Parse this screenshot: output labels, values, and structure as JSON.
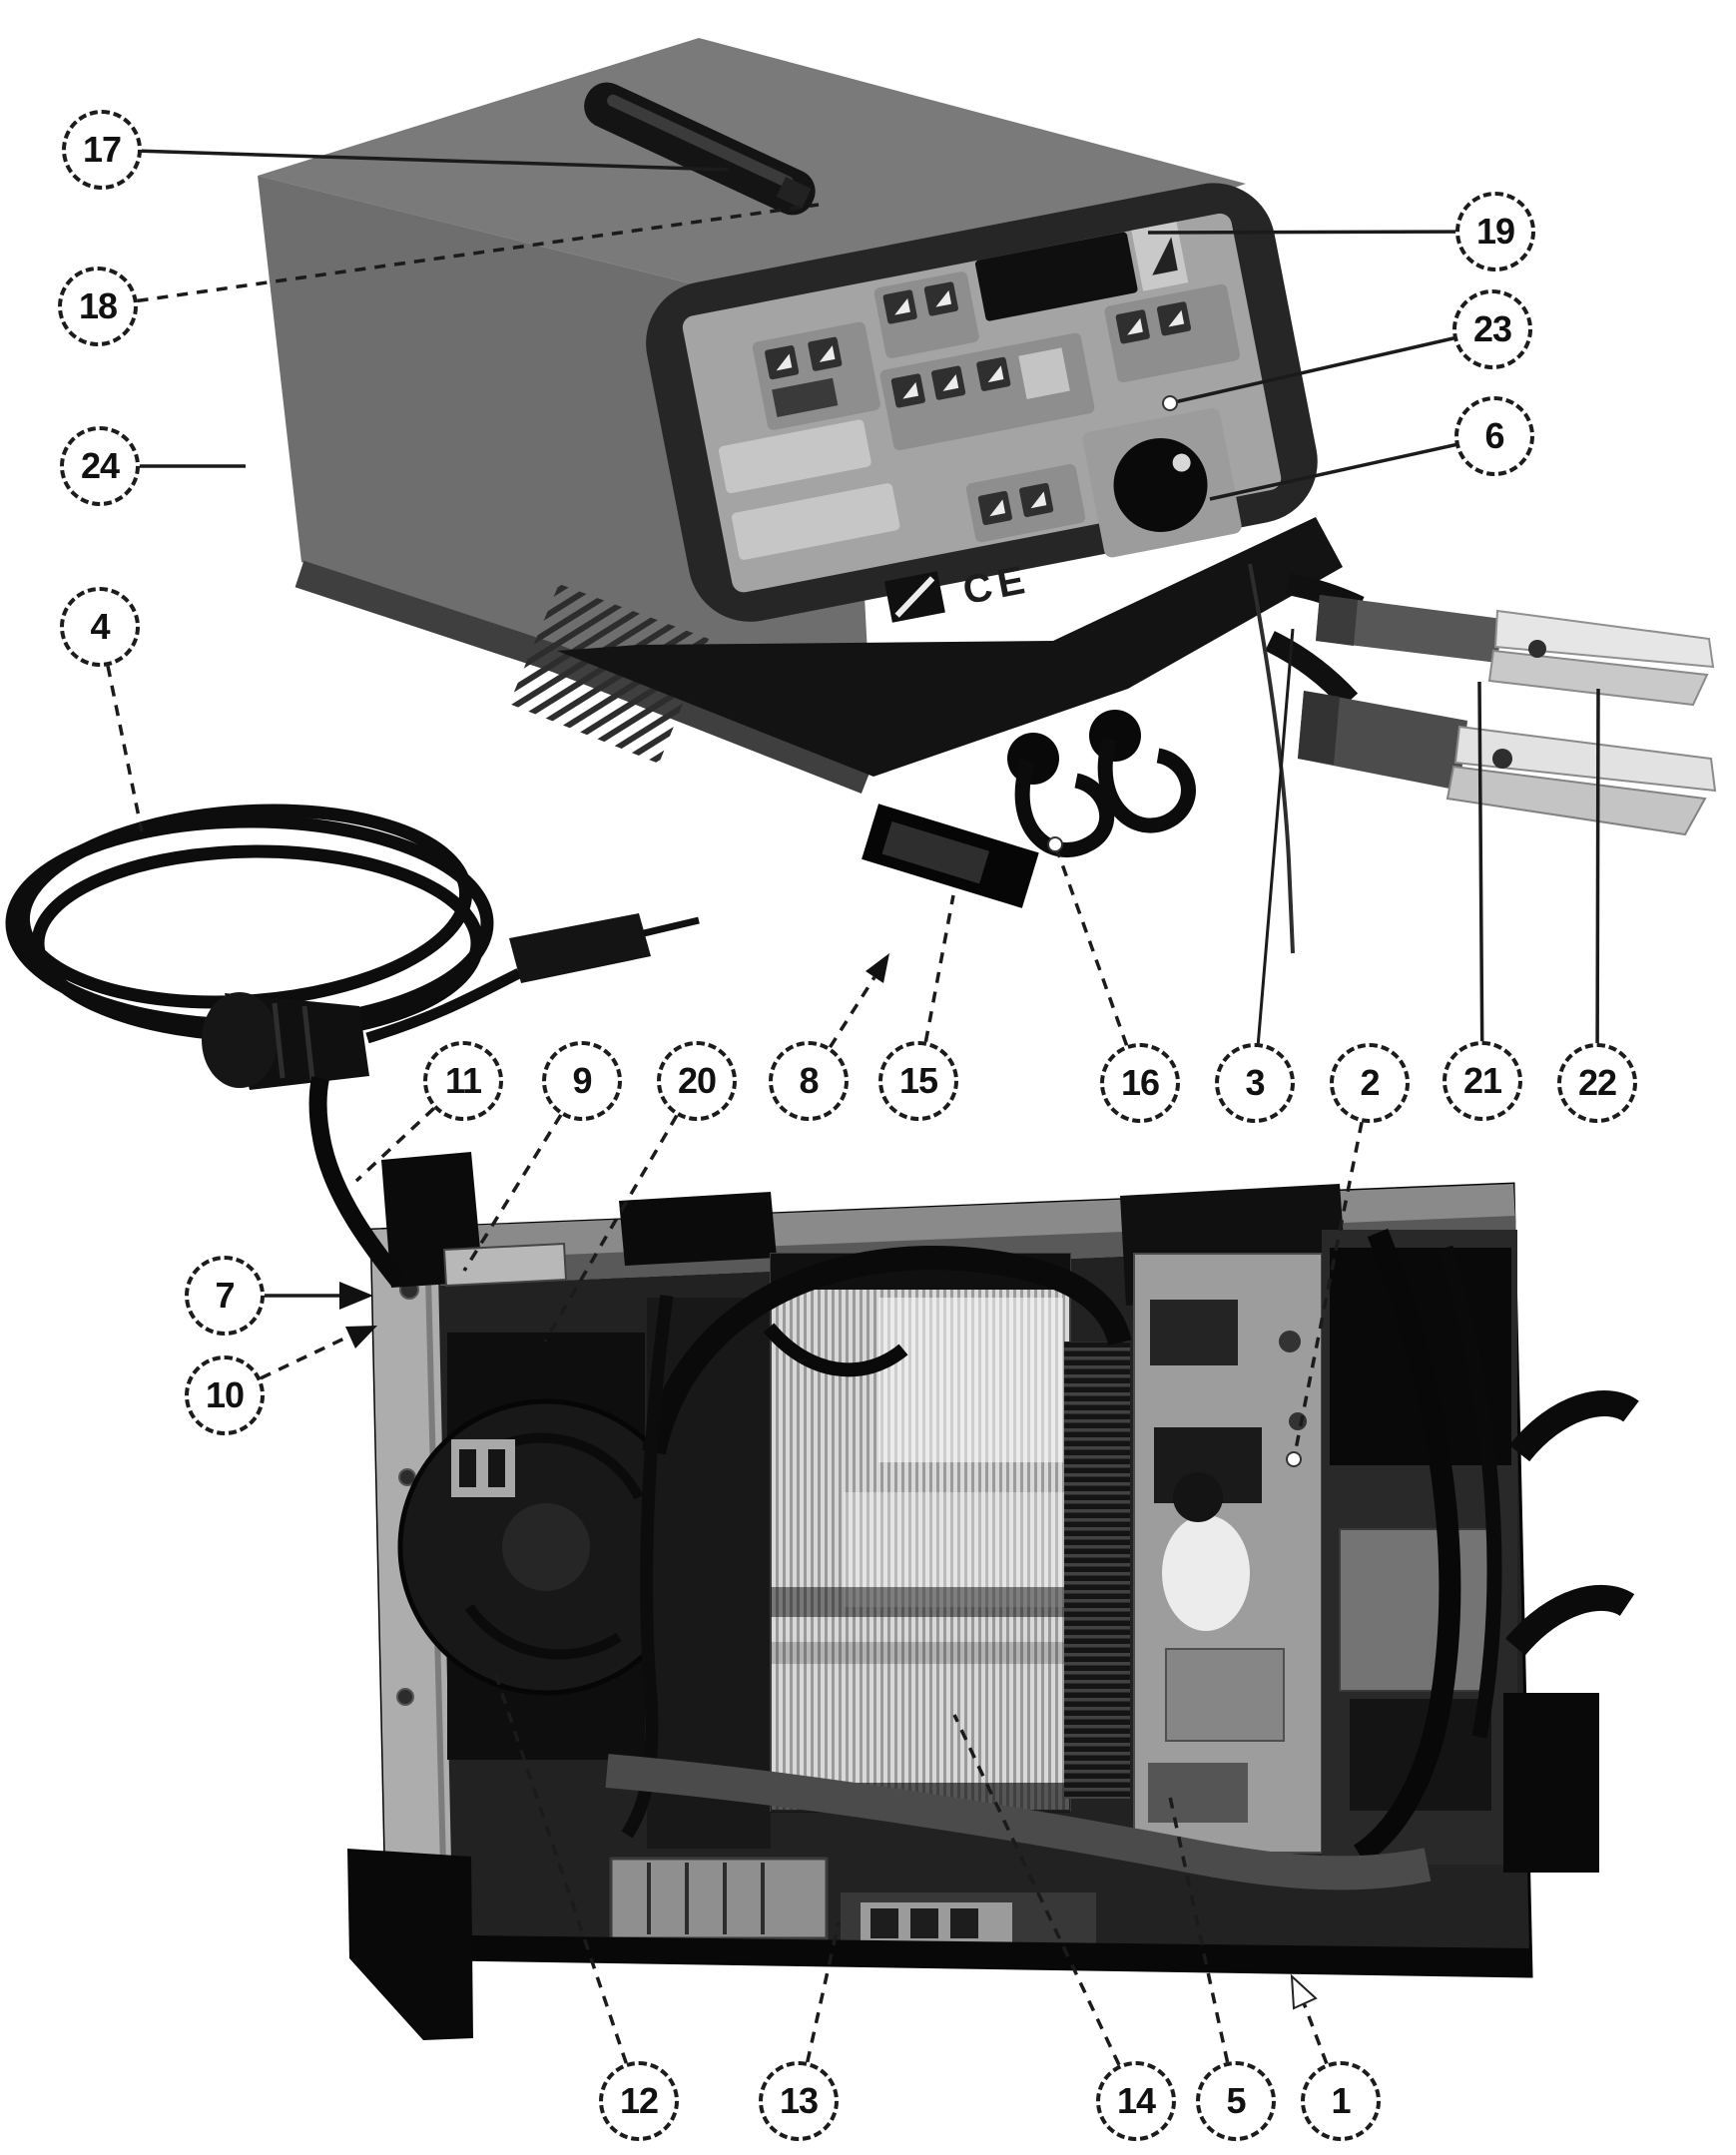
{
  "callouts": {
    "n1": "1",
    "n2": "2",
    "n3": "3",
    "n4": "4",
    "n5": "5",
    "n6": "6",
    "n7": "7",
    "n8": "8",
    "n9": "9",
    "n10": "10",
    "n11": "11",
    "n12": "12",
    "n13": "13",
    "n14": "14",
    "n15": "15",
    "n16": "16",
    "n17": "17",
    "n18": "18",
    "n19": "19",
    "n20": "20",
    "n21": "21",
    "n22": "22",
    "n23": "23",
    "n24": "24"
  },
  "panel": {
    "ce_mark": "CE"
  },
  "colors": {
    "background": "#ffffff",
    "leader_line": "#1b1b1b",
    "body_gray": "#6f6f6f",
    "bezel_black": "#262626",
    "panel_gray": "#a4a4a4",
    "metal_jaw": "#e6e6e6"
  }
}
